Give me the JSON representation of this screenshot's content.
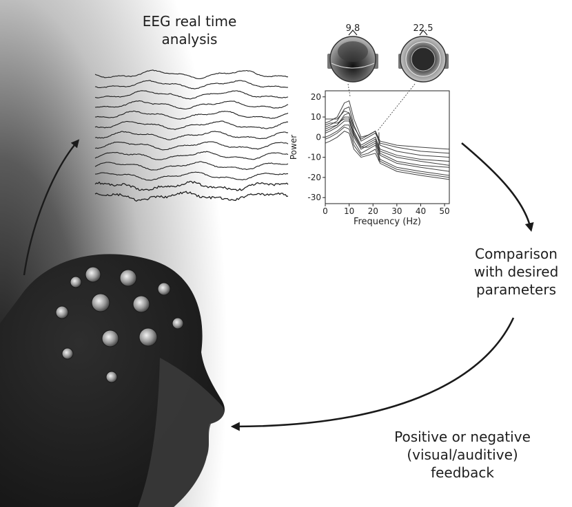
{
  "captions": {
    "eeg_analysis": "EEG real time\nanalysis",
    "comparison": "Comparison\nwith desired\nparameters",
    "feedback": "Positive or negative\n(visual/auditive)\nfeedback"
  },
  "topomaps": {
    "left_label": "9.8",
    "right_label": "22.5"
  },
  "chart_data": {
    "type": "line",
    "xlabel": "Frequency (Hz)",
    "ylabel": "Power",
    "xlim": [
      0,
      52
    ],
    "ylim": [
      -33,
      23
    ],
    "xticks": [
      0,
      10,
      20,
      30,
      40,
      50
    ],
    "yticks": [
      20,
      10,
      0,
      -10,
      -20,
      -30
    ],
    "peaks": [
      {
        "x": 9.8,
        "y": 18
      },
      {
        "x": 22.5,
        "y": 1
      }
    ],
    "series": [
      {
        "values": [
          [
            0,
            7
          ],
          [
            2,
            8
          ],
          [
            5,
            10
          ],
          [
            8,
            17
          ],
          [
            10,
            18
          ],
          [
            12,
            9
          ],
          [
            15,
            0
          ],
          [
            18,
            1
          ],
          [
            21,
            3
          ],
          [
            23,
            -2
          ],
          [
            30,
            -4
          ],
          [
            40,
            -5
          ],
          [
            52,
            -6
          ]
        ]
      },
      {
        "values": [
          [
            0,
            5
          ],
          [
            2,
            6
          ],
          [
            5,
            8
          ],
          [
            8,
            14
          ],
          [
            10,
            15
          ],
          [
            12,
            6
          ],
          [
            15,
            -2
          ],
          [
            18,
            0
          ],
          [
            21,
            2
          ],
          [
            23,
            -3
          ],
          [
            30,
            -5
          ],
          [
            40,
            -7
          ],
          [
            52,
            -8
          ]
        ]
      },
      {
        "values": [
          [
            0,
            9
          ],
          [
            2,
            9
          ],
          [
            5,
            9
          ],
          [
            8,
            13
          ],
          [
            10,
            12
          ],
          [
            12,
            5
          ],
          [
            15,
            -1
          ],
          [
            18,
            1
          ],
          [
            21,
            3
          ],
          [
            23,
            -4
          ],
          [
            30,
            -7
          ],
          [
            40,
            -9
          ],
          [
            52,
            -10
          ]
        ]
      },
      {
        "values": [
          [
            0,
            3
          ],
          [
            2,
            4
          ],
          [
            5,
            6
          ],
          [
            8,
            11
          ],
          [
            10,
            12
          ],
          [
            12,
            3
          ],
          [
            15,
            -4
          ],
          [
            18,
            -2
          ],
          [
            21,
            0
          ],
          [
            23,
            -6
          ],
          [
            30,
            -9
          ],
          [
            40,
            -11
          ],
          [
            52,
            -12
          ]
        ]
      },
      {
        "values": [
          [
            0,
            6
          ],
          [
            2,
            7
          ],
          [
            5,
            7
          ],
          [
            8,
            9
          ],
          [
            10,
            9
          ],
          [
            12,
            2
          ],
          [
            15,
            -5
          ],
          [
            18,
            -3
          ],
          [
            21,
            -1
          ],
          [
            23,
            -7
          ],
          [
            30,
            -10
          ],
          [
            40,
            -12
          ],
          [
            52,
            -14
          ]
        ]
      },
      {
        "values": [
          [
            0,
            2
          ],
          [
            2,
            3
          ],
          [
            5,
            5
          ],
          [
            8,
            8
          ],
          [
            10,
            8
          ],
          [
            12,
            0
          ],
          [
            15,
            -6
          ],
          [
            18,
            -4
          ],
          [
            21,
            -2
          ],
          [
            23,
            -8
          ],
          [
            30,
            -12
          ],
          [
            40,
            -14
          ],
          [
            52,
            -15
          ]
        ]
      },
      {
        "values": [
          [
            0,
            4
          ],
          [
            2,
            5
          ],
          [
            5,
            6
          ],
          [
            8,
            10
          ],
          [
            10,
            10
          ],
          [
            12,
            1
          ],
          [
            15,
            -5
          ],
          [
            18,
            -5
          ],
          [
            21,
            -3
          ],
          [
            23,
            -9
          ],
          [
            30,
            -13
          ],
          [
            40,
            -15
          ],
          [
            52,
            -17
          ]
        ]
      },
      {
        "values": [
          [
            0,
            0
          ],
          [
            2,
            1
          ],
          [
            5,
            3
          ],
          [
            8,
            6
          ],
          [
            10,
            6
          ],
          [
            12,
            -2
          ],
          [
            15,
            -8
          ],
          [
            18,
            -6
          ],
          [
            21,
            -4
          ],
          [
            23,
            -11
          ],
          [
            30,
            -15
          ],
          [
            40,
            -17
          ],
          [
            52,
            -19
          ]
        ]
      },
      {
        "values": [
          [
            0,
            -1
          ],
          [
            2,
            0
          ],
          [
            5,
            2
          ],
          [
            8,
            5
          ],
          [
            10,
            4
          ],
          [
            12,
            -4
          ],
          [
            15,
            -9
          ],
          [
            18,
            -8
          ],
          [
            21,
            -6
          ],
          [
            23,
            -12
          ],
          [
            30,
            -16
          ],
          [
            40,
            -18
          ],
          [
            52,
            -20
          ]
        ]
      },
      {
        "values": [
          [
            0,
            -3
          ],
          [
            2,
            -2
          ],
          [
            5,
            0
          ],
          [
            8,
            3
          ],
          [
            10,
            2
          ],
          [
            12,
            -6
          ],
          [
            15,
            -10
          ],
          [
            18,
            -9
          ],
          [
            21,
            -8
          ],
          [
            23,
            -13
          ],
          [
            30,
            -17
          ],
          [
            40,
            -19
          ],
          [
            52,
            -21
          ]
        ]
      }
    ]
  }
}
